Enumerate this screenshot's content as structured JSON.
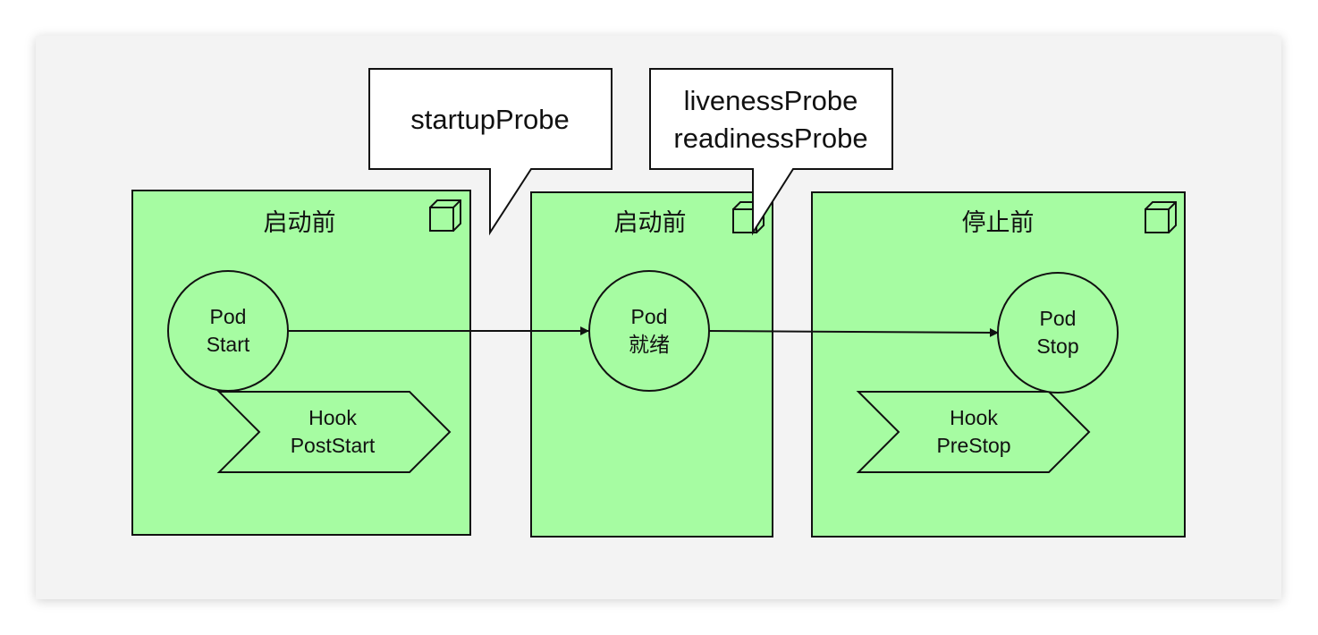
{
  "colors": {
    "stage_fill": "#a6fca2",
    "stroke": "#111111",
    "background": "#f3f3f3",
    "callout_fill": "#ffffff"
  },
  "stages": [
    {
      "title": "启动前",
      "icon": "cube-icon"
    },
    {
      "title": "启动前",
      "icon": "cube-icon"
    },
    {
      "title": "停止前",
      "icon": "cube-icon"
    }
  ],
  "nodes": {
    "pod_start": [
      "Pod",
      "Start"
    ],
    "pod_ready": [
      "Pod",
      "就绪"
    ],
    "pod_stop": [
      "Pod",
      "Stop"
    ]
  },
  "hooks": {
    "post_start": [
      "Hook",
      "PostStart"
    ],
    "pre_stop": [
      "Hook",
      "PreStop"
    ]
  },
  "callouts": {
    "startup": [
      "startupProbe"
    ],
    "liveness_readiness": [
      "livenessProbe",
      "readinessProbe"
    ]
  }
}
